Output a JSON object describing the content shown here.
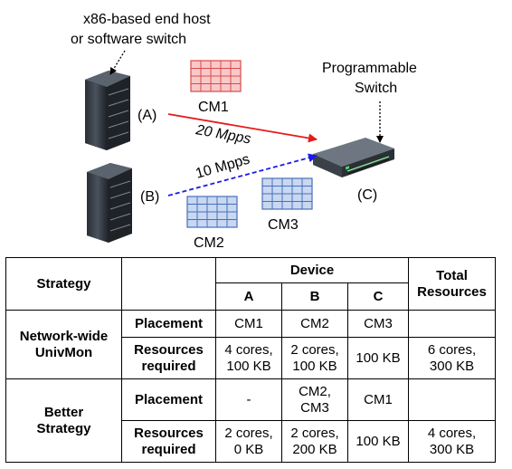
{
  "diagram": {
    "host_label_line1": "x86-based end host",
    "host_label_line2": "or software switch",
    "switch_label_line1": "Programmable",
    "switch_label_line2": "Switch",
    "node_a": "(A)",
    "node_b": "(B)",
    "node_c": "(C)",
    "rate_a": "20 Mpps",
    "rate_b": "10 Mpps",
    "cm1": "CM1",
    "cm2": "CM2",
    "cm3": "CM3",
    "colors": {
      "red_arrow": "#e8191b",
      "blue_arrow": "#1a1aee",
      "cm1_fill": "#f9c9c9",
      "cm1_stroke": "#d94a4a",
      "cm_blue_fill": "#c8d8f2",
      "cm_blue_stroke": "#4a6fb8"
    }
  },
  "table": {
    "col_strategy": "Strategy",
    "col_device": "Device",
    "col_a": "A",
    "col_b": "B",
    "col_c": "C",
    "col_total_line1": "Total",
    "col_total_line2": "Resources",
    "rows": [
      {
        "strategy_line1": "Network-wide",
        "strategy_line2": "UnivMon",
        "placement_label": "Placement",
        "placement": [
          "CM1",
          "CM2",
          "CM3",
          ""
        ],
        "resources_label_line1": "Resources",
        "resources_label_line2": "required",
        "resources": [
          [
            "4 cores,",
            "100 KB"
          ],
          [
            "2 cores,",
            "100 KB"
          ],
          [
            "100 KB",
            ""
          ],
          [
            "6 cores,",
            "300 KB"
          ]
        ]
      },
      {
        "strategy_line1": "Better",
        "strategy_line2": "Strategy",
        "placement_label": "Placement",
        "placement": [
          "-",
          "CM2,|CM3",
          "CM1",
          ""
        ],
        "resources_label_line1": "Resources",
        "resources_label_line2": "required",
        "resources": [
          [
            "2 cores,",
            "0 KB"
          ],
          [
            "2 cores,",
            "200 KB"
          ],
          [
            "100 KB",
            ""
          ],
          [
            "4 cores,",
            "300 KB"
          ]
        ]
      }
    ]
  }
}
